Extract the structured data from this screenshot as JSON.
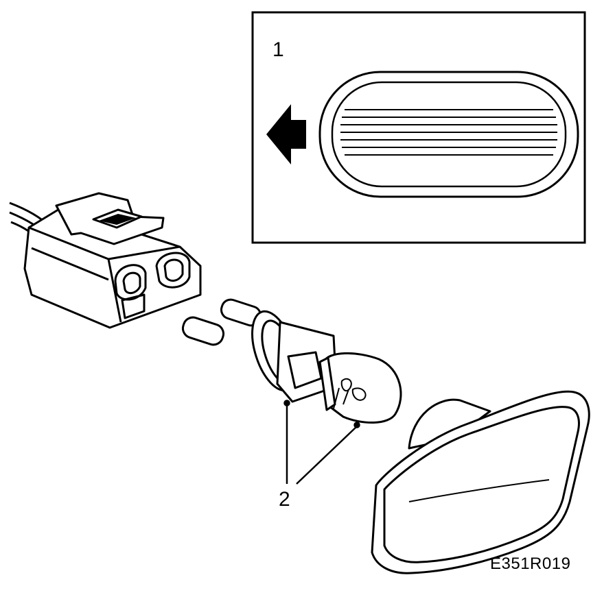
{
  "figure": {
    "inset_label": "1",
    "parts_label": "2",
    "figure_code": "E351R019"
  }
}
